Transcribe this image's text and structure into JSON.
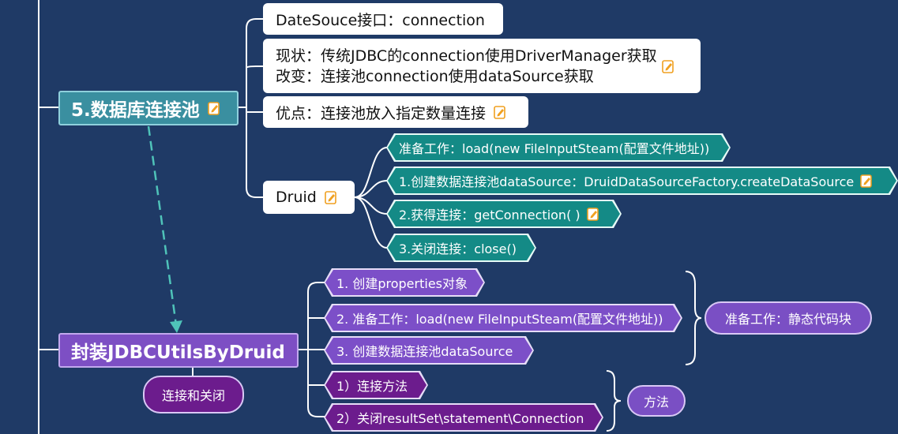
{
  "topics": {
    "db_pool": "5.数据库连接池",
    "jdbc_utils": "封装JDBCUtilsByDruid"
  },
  "white_nodes": {
    "datasource": "DateSouce接口：connection",
    "status_line1": "现状：传统JDBC的connection使用DriverManager获取",
    "status_line2": "改变：连接池connection使用dataSource获取",
    "advantage": "优点：连接池放入指定数量连接",
    "druid": "Druid"
  },
  "druid_steps": [
    "准备工作：load(new FileInputSteam(配置文件地址))",
    "1.创建数据连接池dataSource：DruidDataSourceFactory.createDataSource",
    "2.获得连接：getConnection( )",
    "3.关闭连接：close()"
  ],
  "utils_steps": [
    "1. 创建properties对象",
    "2. 准备工作：load(new FileInputSteam(配置文件地址))",
    "3. 创建数据连接池dataSource"
  ],
  "method_steps": [
    "1）连接方法",
    "2）关闭resultSet\\statement\\Connection"
  ],
  "summaries": {
    "prep": "准备工作：静态代码块",
    "method": "方法",
    "connect_close": "连接和关闭"
  },
  "icons": {
    "note": "note-icon"
  },
  "colors": {
    "background": "#1f3a66",
    "topic_teal": "#3a8fa0",
    "topic_violet": "#7d4fc4",
    "teal": "#148a86",
    "violet": "#7c4fc8",
    "purple": "#6c1c8d",
    "dashed_arrow": "#4fc3b9",
    "note_icon": "#f0a020"
  }
}
